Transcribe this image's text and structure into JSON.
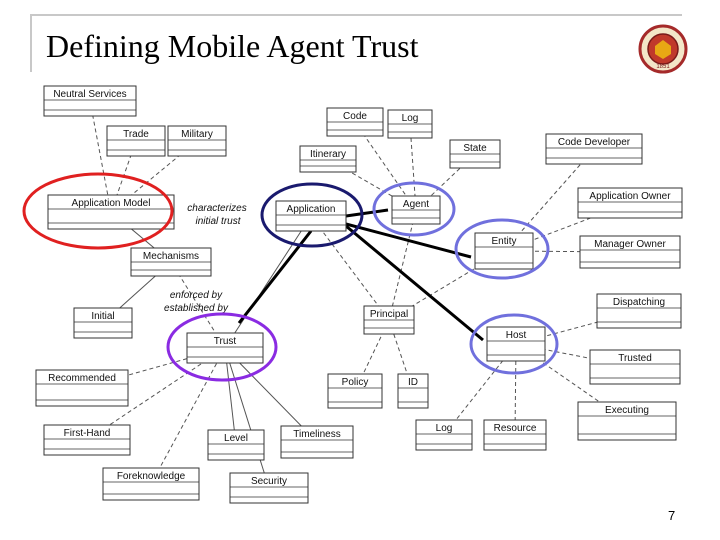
{
  "slide": {
    "title": "Defining Mobile Agent Trust",
    "page_number": "7",
    "seal_text": "1851"
  },
  "classes": [
    {
      "id": "neutral_services",
      "label": "Neutral Services"
    },
    {
      "id": "trade",
      "label": "Trade"
    },
    {
      "id": "military",
      "label": "Military"
    },
    {
      "id": "application_model",
      "label": "Application Model"
    },
    {
      "id": "mechanisms",
      "label": "Mechanisms"
    },
    {
      "id": "initial",
      "label": "Initial"
    },
    {
      "id": "recommended",
      "label": "Recommended"
    },
    {
      "id": "first_hand",
      "label": "First-Hand"
    },
    {
      "id": "foreknowledge",
      "label": "Foreknowledge"
    },
    {
      "id": "level",
      "label": "Level"
    },
    {
      "id": "security",
      "label": "Security"
    },
    {
      "id": "timeliness",
      "label": "Timeliness"
    },
    {
      "id": "trust",
      "label": "Trust"
    },
    {
      "id": "application",
      "label": "Application"
    },
    {
      "id": "code",
      "label": "Code"
    },
    {
      "id": "code_log",
      "label": "Log"
    },
    {
      "id": "itinerary",
      "label": "Itinerary"
    },
    {
      "id": "state",
      "label": "State"
    },
    {
      "id": "agent",
      "label": "Agent"
    },
    {
      "id": "principal",
      "label": "Principal"
    },
    {
      "id": "policy",
      "label": "Policy"
    },
    {
      "id": "id",
      "label": "ID"
    },
    {
      "id": "code_developer",
      "label": "Code Developer"
    },
    {
      "id": "application_owner",
      "label": "Application Owner"
    },
    {
      "id": "entity",
      "label": "Entity"
    },
    {
      "id": "manager_owner",
      "label": "Manager Owner"
    },
    {
      "id": "dispatching",
      "label": "Dispatching"
    },
    {
      "id": "host",
      "label": "Host"
    },
    {
      "id": "trusted",
      "label": "Trusted"
    },
    {
      "id": "executing",
      "label": "Executing"
    },
    {
      "id": "host_log",
      "label": "Log"
    },
    {
      "id": "resource",
      "label": "Resource"
    }
  ],
  "annotations": {
    "characterizes_line1": "characterizes",
    "characterizes_line2": "initial trust",
    "enforced_line1": "enforced by",
    "enforced_line2": "established by"
  },
  "colors": {
    "red_highlight": "#e02020",
    "navy_highlight": "#1a1a6e",
    "blue_highlight": "#7070dd",
    "purple_highlight": "#8a2be2",
    "uml_line": "#555555",
    "seal_red": "#a52a2a"
  }
}
